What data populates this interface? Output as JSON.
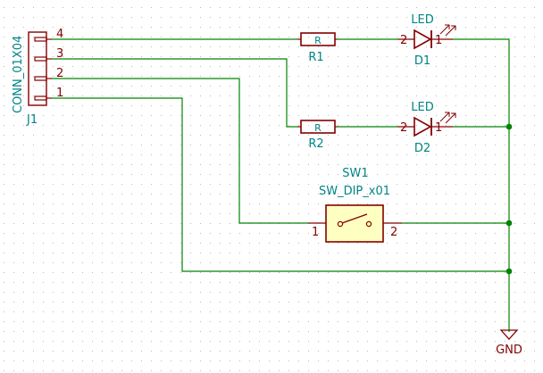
{
  "colors": {
    "background": "#ffffff",
    "grid_dot": "#b8b8b8",
    "wire": "#008400",
    "junction": "#008400",
    "component_body": "#840000",
    "component_fill": "#ffffc2",
    "ref_text": "#008484",
    "value_text": "#008484",
    "pin_number": "#840000",
    "power_symbol": "#840000"
  },
  "connector": {
    "value": "CONN_01X04",
    "ref": "J1",
    "pins": [
      "4",
      "3",
      "2",
      "1"
    ]
  },
  "resistors": [
    {
      "ref": "R1",
      "value": "R"
    },
    {
      "ref": "R2",
      "value": "R"
    }
  ],
  "leds": [
    {
      "ref": "D1",
      "value": "LED",
      "pin_anode": "2",
      "pin_cathode": "1"
    },
    {
      "ref": "D2",
      "value": "LED",
      "pin_anode": "2",
      "pin_cathode": "1"
    }
  ],
  "switch": {
    "ref": "SW1",
    "value": "SW_DIP_x01",
    "pin_left": "1",
    "pin_right": "2"
  },
  "power": {
    "label": "GND"
  }
}
